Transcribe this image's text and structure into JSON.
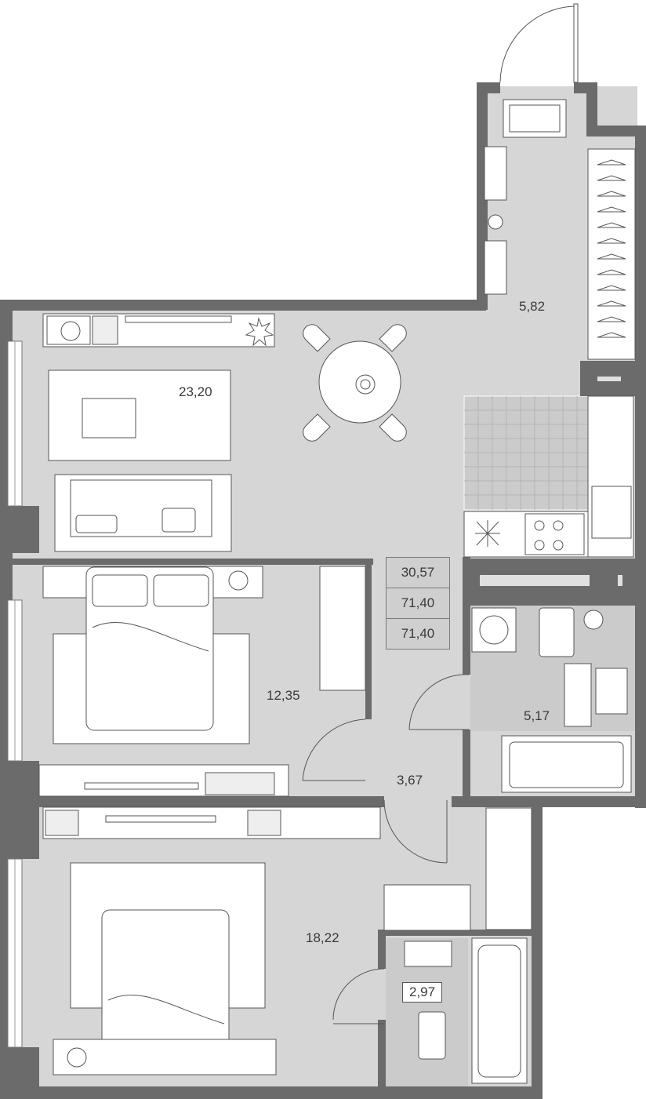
{
  "rooms": {
    "living_kitchen": "23,20",
    "hall": "5,82",
    "bedroom_small": "12,35",
    "corridor": "3,67",
    "bathroom_main": "5,17",
    "bedroom_master": "18,22",
    "bathroom_ensuite": "2,97"
  },
  "summary": {
    "living_area": "30,57",
    "total_area_1": "71,40",
    "total_area_2": "71,40"
  },
  "colors": {
    "wall": "#6b6b6b",
    "floor": "#d6d6d6",
    "tile": "#c9c9c9",
    "furniture": "#ffffff",
    "line": "#555555"
  }
}
